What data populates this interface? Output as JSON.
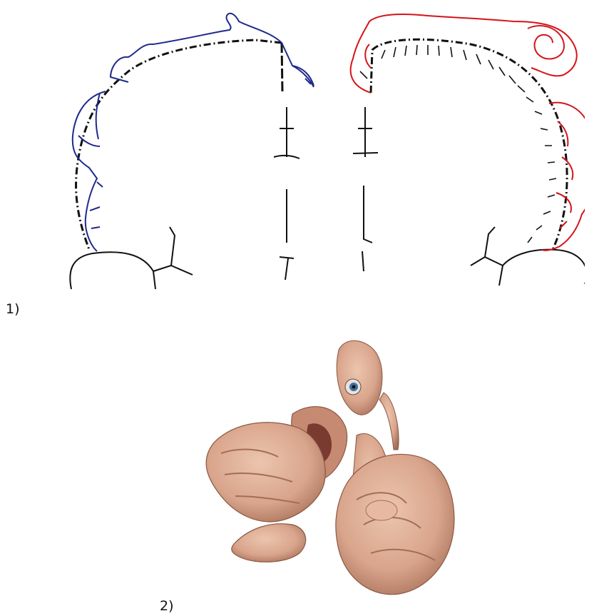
{
  "figure": {
    "panels": [
      {
        "label": "1)",
        "description_icon": "homunculus-cortex-diagram"
      },
      {
        "label": "2)",
        "description_icon": "homunculus-3d-model"
      }
    ]
  },
  "colors": {
    "sensory": "#1f2a8c",
    "motor": "#d4141a",
    "outline": "#111111",
    "skin": "#d9a58c",
    "skin_shadow": "#a46d55",
    "eye": "#3f6fa0"
  }
}
